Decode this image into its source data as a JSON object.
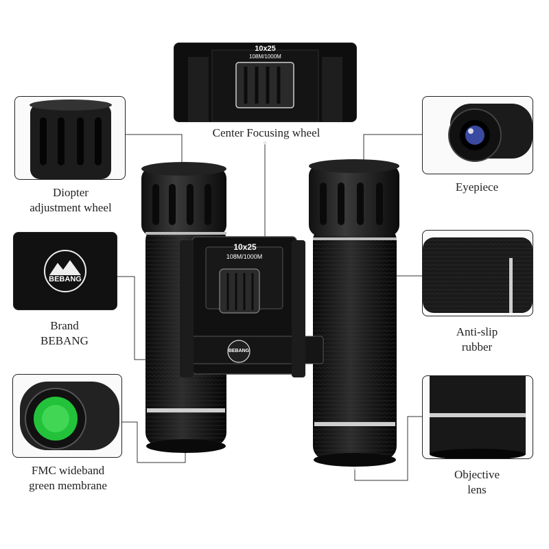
{
  "product": {
    "model": "10x25",
    "field_of_view": "108M/1000M",
    "brand_logo": "BEBANG"
  },
  "callouts": {
    "center_focus": {
      "label": "Center Focusing wheel"
    },
    "diopter": {
      "line1": "Diopter",
      "line2": "adjustment wheel"
    },
    "brand": {
      "line1": "Brand",
      "line2": "BEBANG"
    },
    "fmc": {
      "line1": "FMC wideband",
      "line2": "green membrane"
    },
    "eyepiece": {
      "label": "Eyepiece"
    },
    "anti_slip": {
      "line1": "Anti-slip",
      "line2": "rubber"
    },
    "objective": {
      "line1": "Objective",
      "line2": "lens"
    }
  },
  "colors": {
    "body_black": "#141414",
    "rubber_gray": "#2a2a2a",
    "silver_ring": "#cfcfcf",
    "lens_green": "#22c23a",
    "lens_blue": "#3a4aa0"
  }
}
